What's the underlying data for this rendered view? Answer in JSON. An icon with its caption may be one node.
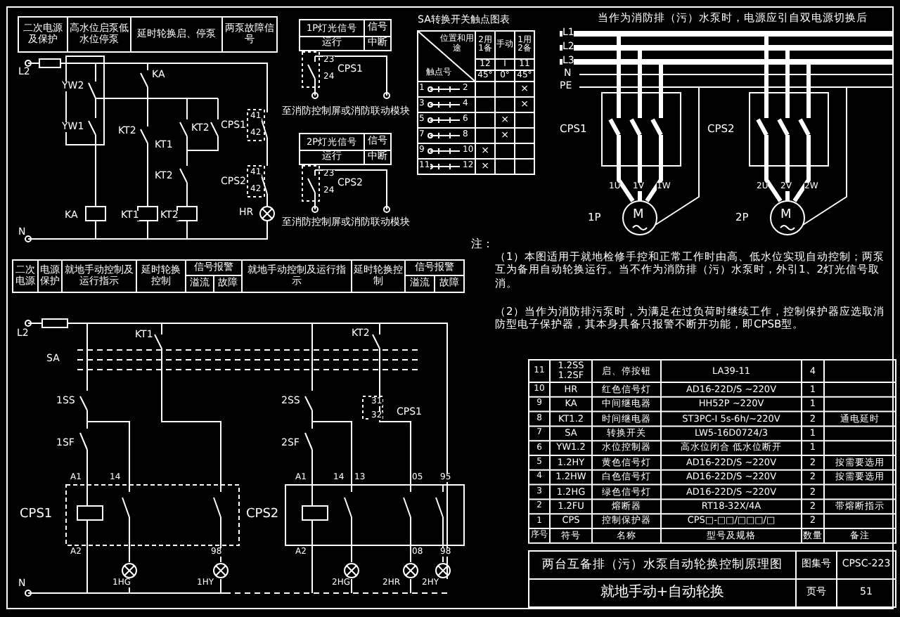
{
  "diagram": {
    "labels": [
      "二次电源及保护",
      "高水位启泵低水位停泵",
      "延时轮换启、停泵",
      "两泵故障信号",
      "L2",
      "YW2",
      "YW1",
      "KA",
      "KT2",
      "KT1",
      "KT2",
      "CPS1",
      "41",
      "42",
      "KT2",
      "CPS2",
      "41",
      "42",
      "HR",
      "N",
      "KA",
      "KT1",
      "KT2",
      "1P灯光信号",
      "信号",
      "运行",
      "中断",
      "23",
      "24",
      "CPS1",
      "至消防控制屏或消防联动模块",
      "2P灯光信号",
      "信号",
      "运行",
      "中断",
      "23",
      "24",
      "CPS2",
      "至消防控制屏或消防联动模块",
      "SA转换开关触点图表",
      "位置和用途",
      "触点号",
      "2用1备",
      "手动",
      "1用2备",
      "12",
      "I",
      "11",
      "45°",
      "0°",
      "45°",
      "1",
      "2",
      "3",
      "4",
      "5",
      "6",
      "7",
      "8",
      "9",
      "10",
      "11",
      "12",
      "×",
      "×",
      "×",
      "×",
      "×",
      "×",
      "当作为消防排（污）水泵时，电源应引自双电源切换后",
      "L1",
      "L2",
      "L3",
      "N",
      "PE",
      "CPS1",
      "CPS2",
      "1U",
      "1V",
      "1W",
      "1P",
      "M",
      "2U",
      "2V",
      "2W",
      "2P",
      "M",
      "注：",
      "（1）本图适用于就地检修手控和正常工作时由高、低水位实现自动控制；两泵互为备用自动轮换运行。当不作为消防排（污）水泵时，外引1、2灯光信号取消。",
      "（2）当作为消防排污泵时，为满足在过负荷时继续工作，控制保护器应选取消防型电子保护器，其本身具备只报警不断开功能，即CPSB型。",
      "二次电源",
      "电源保护",
      "就地手动控制及运行指示",
      "延时轮换控制",
      "信号报警",
      "溢流",
      "故障",
      "就地手动控制及运行指示",
      "延时轮换控制",
      "信号报警",
      "溢流",
      "故障",
      "L2",
      "KT1",
      "SA",
      "1SS",
      "1SF",
      "2SS",
      "2SF",
      "KT2",
      "CPS1",
      "31",
      "32",
      "A1",
      "14",
      "CPS1",
      "A2",
      "1HG",
      "1HY",
      "98",
      "N",
      "A1",
      "14",
      "13",
      "05",
      "95",
      "CPS2",
      "A2",
      "08",
      "98",
      "2HG",
      "2HR",
      "2HY",
      "11",
      "1.2SS 1.2SF",
      "启、停按钮",
      "LA39-11",
      "4",
      "10",
      "HR",
      "红色信号灯",
      "AD16-22D/S ~220V",
      "1",
      "9",
      "KA",
      "中间继电器",
      "HH52P ~220V",
      "1",
      "8",
      "KT1.2",
      "时间继电器",
      "ST3PC-I 5s-6h/~220V",
      "2",
      "通电延时",
      "7",
      "SA",
      "转换开关",
      "LW5-16D0724/3",
      "1",
      "6",
      "YW1.2",
      "水位控制器",
      "高水位闭合 低水位断开",
      "1",
      "5",
      "1.2HY",
      "黄色信号灯",
      "AD16-22D/S ~220V",
      "2",
      "按需要选用",
      "4",
      "1.2HW",
      "白色信号灯",
      "AD16-22D/S ~220V",
      "2",
      "按需要选用",
      "3",
      "1.2HG",
      "绿色信号灯",
      "AD16-22D/S ~220V",
      "2",
      "2",
      "1.2FU",
      "熔断器",
      "RT18-32X/4A",
      "2",
      "带熔断指示",
      "1",
      "CPS",
      "控制保护器",
      "CPS□-□□/□□□/□",
      "2",
      "序号",
      "符号",
      "名称",
      "型号及规格",
      "数量",
      "备注",
      "两台互备排（污）水泵自动轮换控制原理图",
      "图集号",
      "CPSC-223",
      "就地手动+自动轮换",
      "页号",
      "51"
    ]
  }
}
